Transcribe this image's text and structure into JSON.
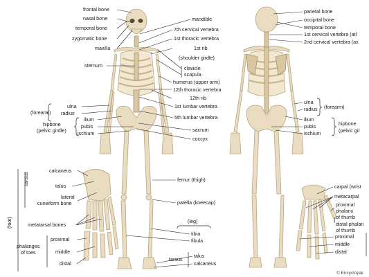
{
  "front_view": {
    "labels_left": {
      "frontal_bone": "frontal bone",
      "nasal_bone": "nasal bone",
      "temporal_bone": "temporal bone",
      "zygomatic_bone": "zygomatic bone",
      "maxilla": "maxilla",
      "sternum": "sternum",
      "forearm_group": "(forearm)",
      "ulna": "ulna",
      "radius": "radius",
      "hipbone_group_1": "hipbone",
      "hipbone_group_2": "(pelvic girdle)",
      "ilium": "ilium",
      "pubis": "pubis",
      "ischium": "ischium"
    },
    "labels_center": {
      "mandible": "mandible",
      "cervical_7": "7th cervical vertebra",
      "thoracic_1": "1st thoracic vertebra",
      "rib_1": "1st rib",
      "shoulder_girdle": "(shoulder girdle)",
      "clavicle": "clavicle",
      "scapula": "scapula",
      "humerus": "humerus (upper arm)",
      "thoracic_12": "12th thoracic vertebra",
      "rib_12": "12th rib",
      "lumbar_1": "1st lumbar vertebra",
      "lumbar_5": "5th lumbar vertebra",
      "sacrum": "sacrum",
      "coccyx": "coccyx",
      "femur": "femur (thigh)",
      "patella": "patella (kneecap)",
      "leg_group": "(leg)",
      "tibia": "tibia",
      "fibula": "fibula",
      "tarsus_bottom": "tarsus",
      "talus_bottom": "talus",
      "calcaneus_bottom": "calcaneus"
    }
  },
  "back_view": {
    "labels_right": {
      "parietal_bone": "parietal bone",
      "occipital_bone": "occipital bone",
      "temporal_bone": "temporal bone",
      "cervical_1": "1st cervical vertebra (atl",
      "cervical_2": "2nd cervical vertebra (ax",
      "ulna": "ulna",
      "radius": "radius",
      "forearm_group": "(forearm)",
      "ilium": "ilium",
      "pubis": "pubis",
      "ischium": "ischium",
      "hipbone_group_1": "hipbone",
      "hipbone_group_2": "(pelvic gir"
    }
  },
  "foot_inset": {
    "vertical_group": "(foot)",
    "tarsus_group": "tarsus",
    "phalanges_group_1": "phalanges",
    "phalanges_group_2": "of toes",
    "calcaneus": "calcaneus",
    "talus": "talus",
    "lateral_cuneiform_1": "lateral",
    "lateral_cuneiform_2": "cuneiform bone",
    "metatarsal_bones": "metatarsal bones",
    "proximal": "proximal",
    "middle": "middle",
    "distal": "distal"
  },
  "hand_inset": {
    "carpal": "carpal (wrist",
    "metacarpal": "metacarpal",
    "proximal_phalanx_thumb_1": "proximal",
    "proximal_phalanx_thumb_2": "phalanx",
    "proximal_phalanx_thumb_3": "of thumb",
    "distal_phalanx_thumb_1": "distal phalan",
    "distal_phalanx_thumb_2": "of thumb",
    "proximal": "proximal",
    "middle": "middle",
    "distal": "distal"
  },
  "credit": "© Encyclopæ"
}
